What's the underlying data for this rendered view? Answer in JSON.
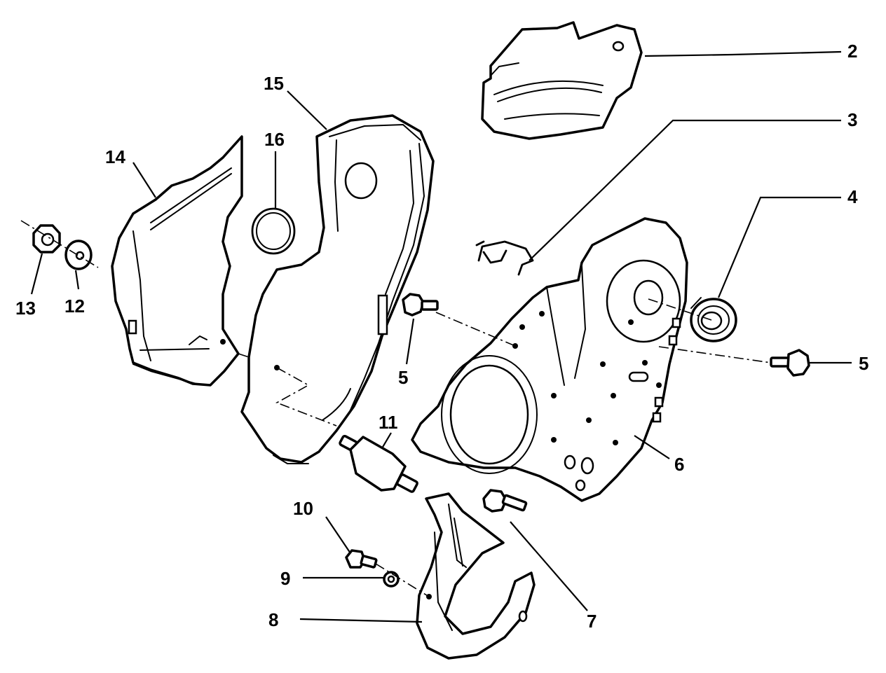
{
  "callouts": {
    "c2": "2",
    "c3": "3",
    "c4": "4",
    "c5a": "5",
    "c5b": "5",
    "c6": "6",
    "c7": "7",
    "c8": "8",
    "c9": "9",
    "c10": "10",
    "c11": "11",
    "c12": "12",
    "c13": "13",
    "c14": "14",
    "c15": "15",
    "c16": "16"
  }
}
